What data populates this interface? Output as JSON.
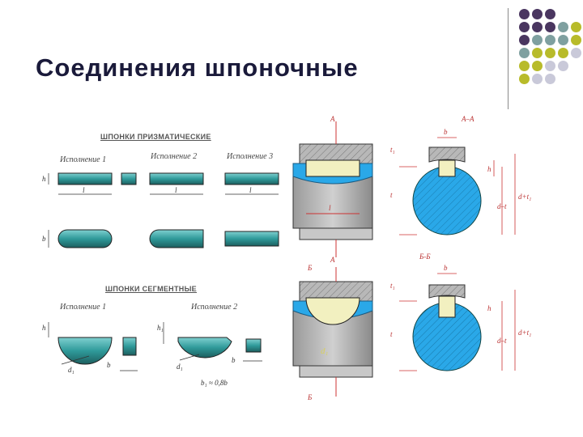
{
  "slide": {
    "title": "Соединения шпоночные"
  },
  "colors": {
    "title_text": "#1a1a3a",
    "dot_purple": "#4a3660",
    "dot_teal": "#7fa0a0",
    "dot_olive": "#b8bb2a",
    "dot_light": "#c9c9d9",
    "key_fill": "#3aa6a6",
    "shaft_fill": "#2aa8e8",
    "dimension_red": "#cc3333"
  },
  "figure": {
    "prismatic": {
      "header": "ШПОНКИ ПРИЗМАТИЧЕСКИЕ",
      "variant1": "Исполнение 1",
      "variant2": "Исполнение 2",
      "variant3": "Исполнение 3",
      "dim_l": "l",
      "dim_h": "h",
      "dim_b": "b"
    },
    "segment": {
      "header": "ШПОНКИ СЕГМЕНТНЫЕ",
      "variant1": "Исполнение 1",
      "variant2": "Исполнение 2",
      "dim_h": "h",
      "dim_h1": "h₁",
      "dim_d1": "d₁",
      "dim_b": "b",
      "note": "b₁ ≈ 0,8b"
    },
    "section_labels": {
      "A": "A",
      "AA": "A–A",
      "B": "Б",
      "BB": "Б-Б",
      "b": "b",
      "t1": "t₁",
      "t": "t",
      "h": "h",
      "d_t1": "d–t",
      "d_t1_plus": "d+t₁",
      "d1": "d₁",
      "l": "l"
    }
  }
}
